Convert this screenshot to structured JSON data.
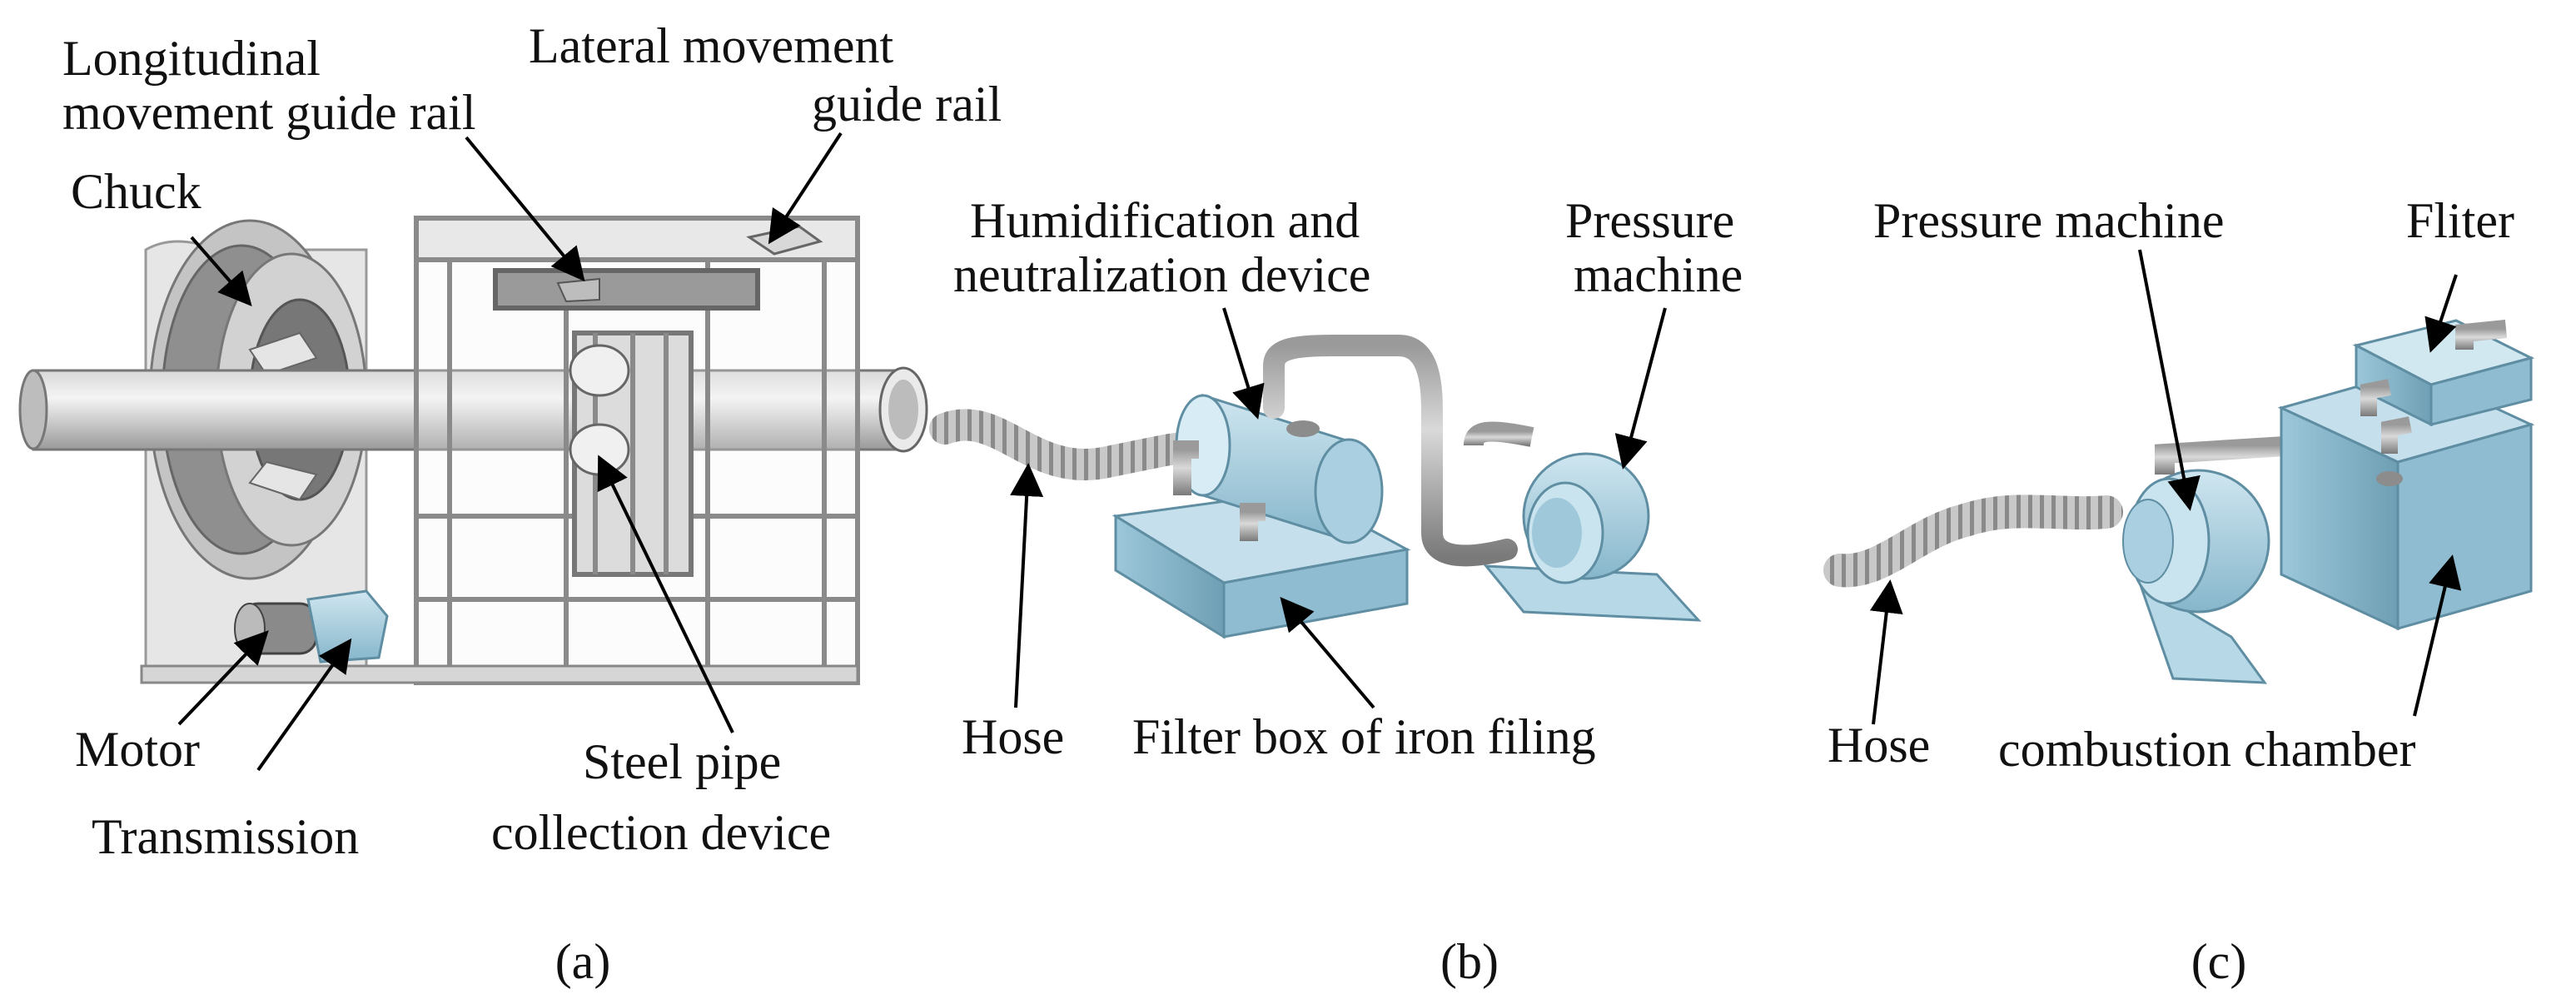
{
  "panels": {
    "a": {
      "caption": "(a)",
      "labels": {
        "longitudinal_line1": "Longitudinal",
        "longitudinal_line2": "movement guide rail",
        "lateral_line1": "Lateral movement",
        "lateral_line2": "guide rail",
        "chuck": "Chuck",
        "motor": "Motor",
        "transmission": "Transmission",
        "steel_line1": "Steel pipe",
        "steel_line2": "collection device"
      }
    },
    "b": {
      "caption": "(b)",
      "labels": {
        "humid_line1": "Humidification and",
        "humid_line2": "neutralization device",
        "pressure_line1": "Pressure",
        "pressure_line2": "machine",
        "hose": "Hose",
        "filter_box": "Filter box of iron filing"
      }
    },
    "c": {
      "caption": "(c)",
      "labels": {
        "pressure": "Pressure machine",
        "fliter": "Fliter",
        "hose": "Hose",
        "combustion": "combustion chamber"
      }
    }
  },
  "colors": {
    "metal_light": "#e2e2e2",
    "metal_mid": "#c9c9c9",
    "metal_dark": "#8f8f8f",
    "device_blue": "#a9cfe0",
    "device_blue_dark": "#7fb0c6",
    "hose_grey": "#b5b5b5"
  }
}
